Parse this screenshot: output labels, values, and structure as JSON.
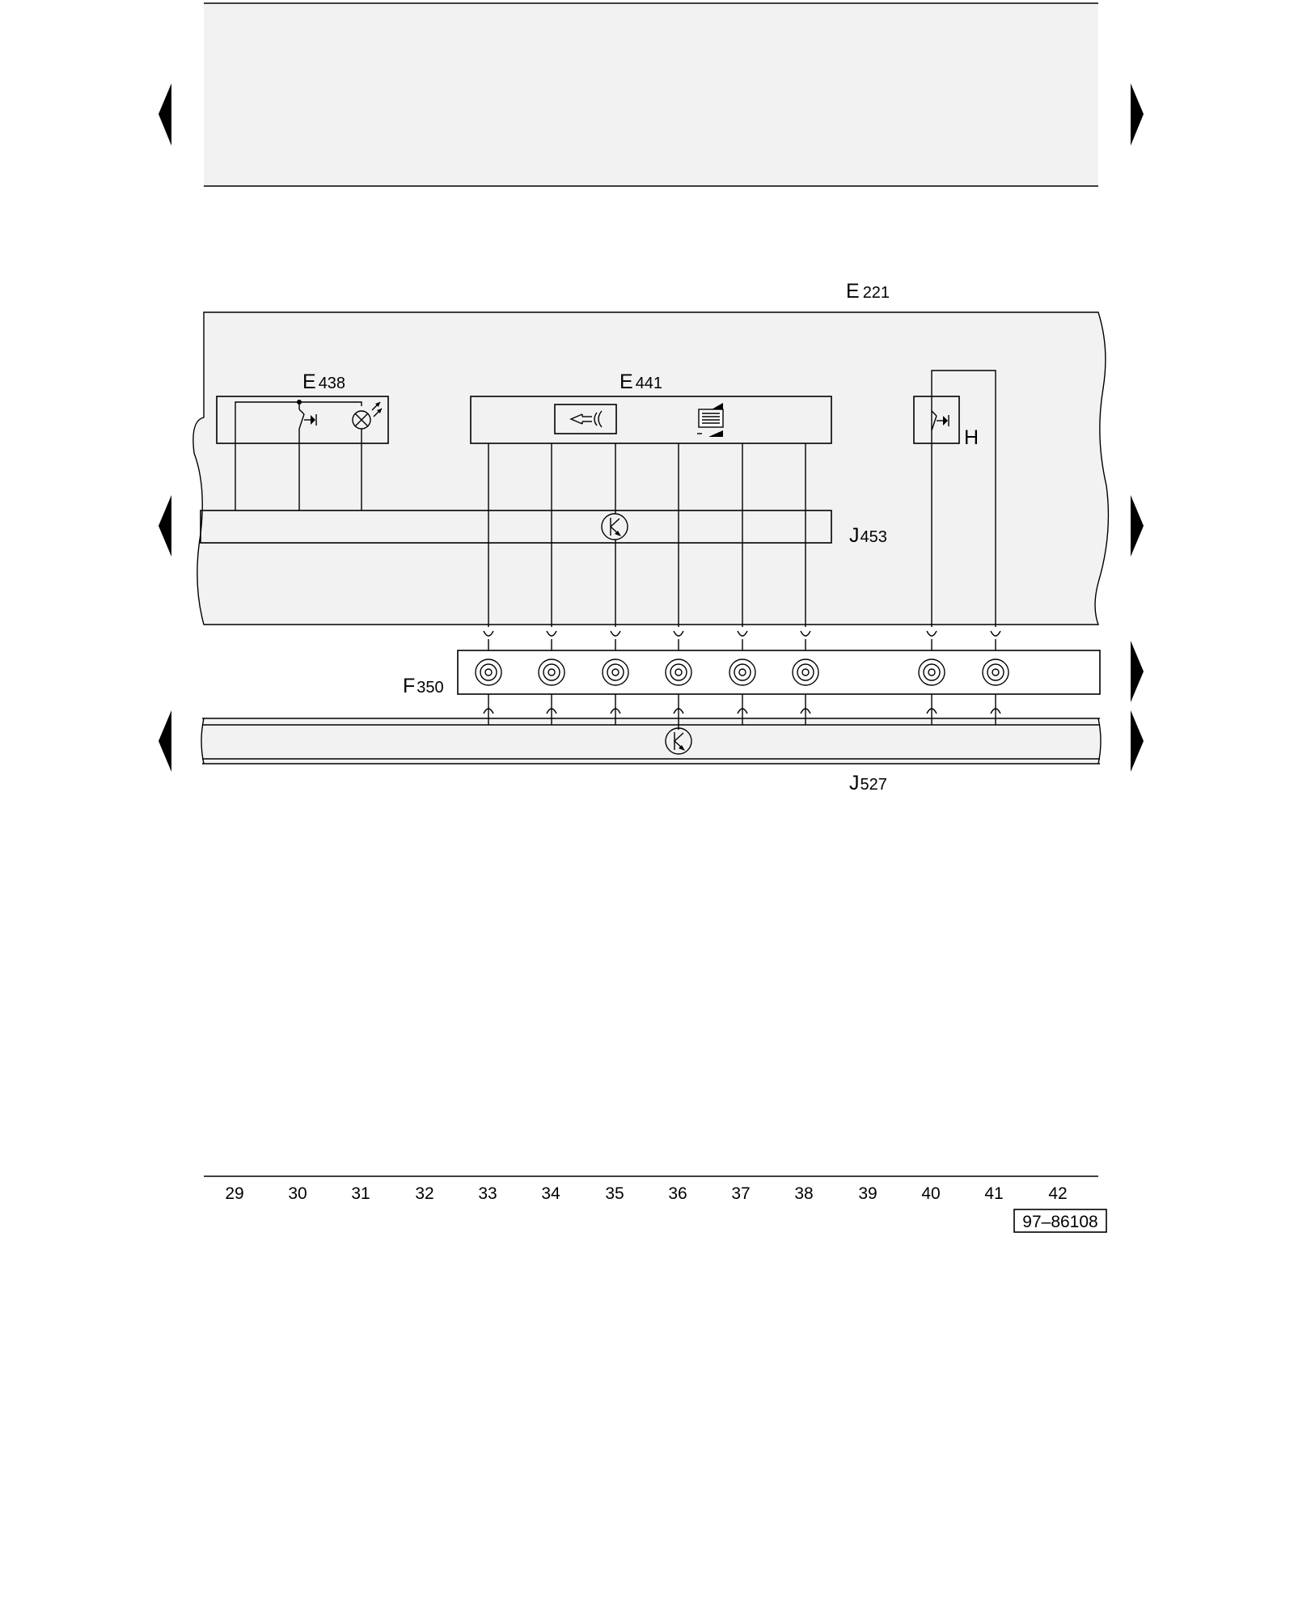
{
  "components": {
    "dashboard": {
      "letter": "E",
      "number": "221"
    },
    "switch_e438": {
      "letter": "E",
      "number": "438"
    },
    "switch_e441": {
      "letter": "E",
      "number": "441"
    },
    "control_unit_j453": {
      "letter": "J",
      "number": "453"
    },
    "horn_contact": {
      "letter": "H",
      "number": ""
    },
    "clock_spring": {
      "letter": "F",
      "number": "350"
    },
    "control_unit_j527": {
      "letter": "J",
      "number": "527"
    }
  },
  "columns": [
    "29",
    "30",
    "31",
    "32",
    "33",
    "34",
    "35",
    "36",
    "37",
    "38",
    "39",
    "40",
    "41",
    "42"
  ],
  "reference": "97–86108",
  "icons": {
    "nav_arrows": "triangle-arrow-icon",
    "spiral_contacts": "spiral-spring-icon",
    "transistor": "transistor-icon",
    "switch": "switch-icon",
    "lamp": "lamp-icon"
  }
}
